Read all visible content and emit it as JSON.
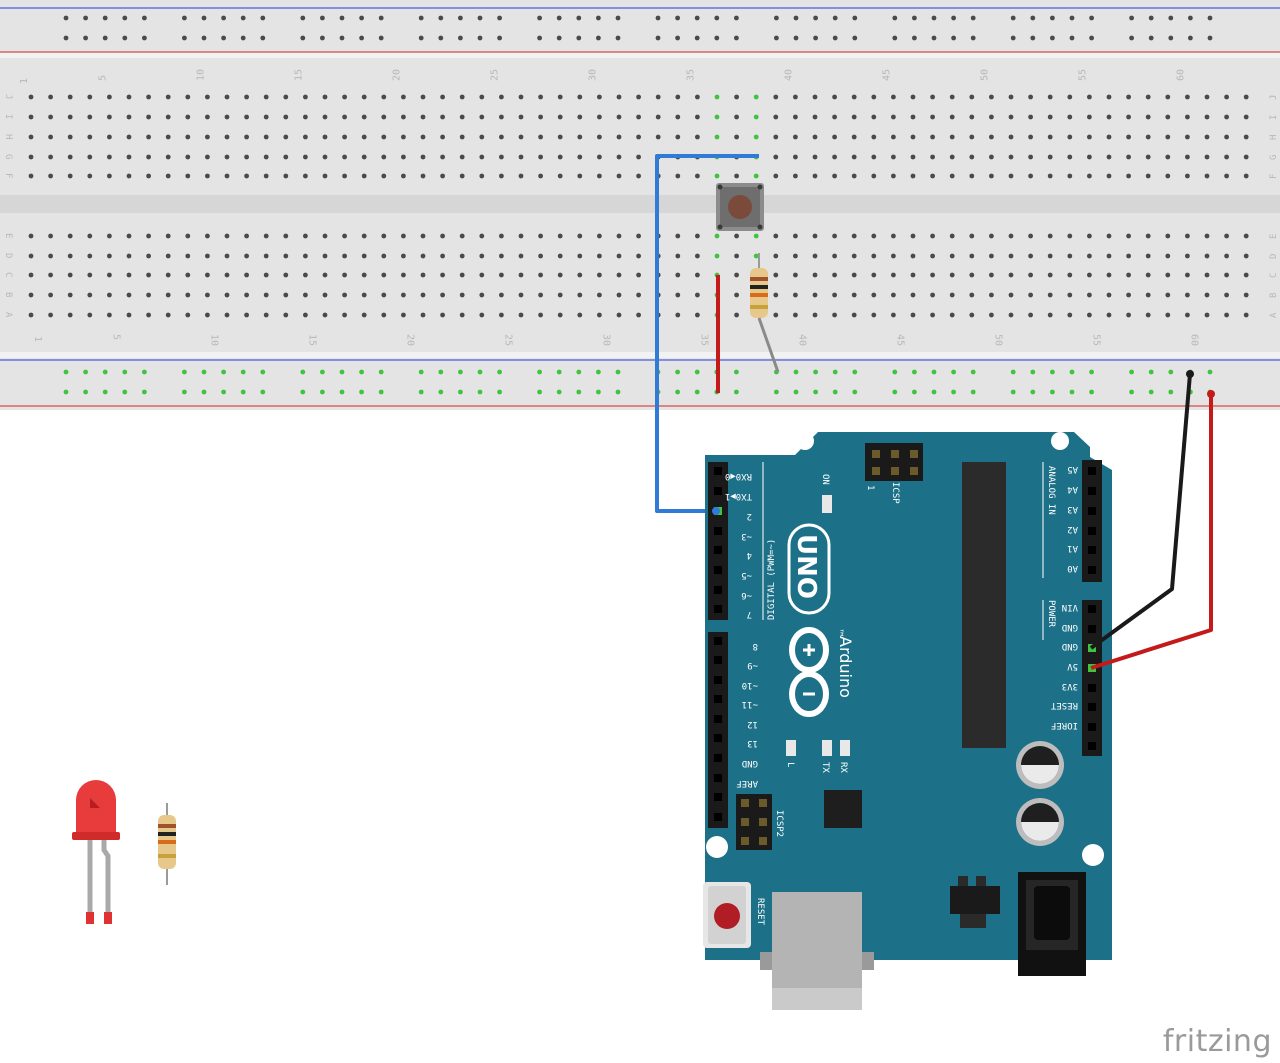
{
  "watermark": "fritzing",
  "breadboard": {
    "column_numbers": [
      "1",
      "5",
      "10",
      "15",
      "20",
      "25",
      "30",
      "35",
      "40",
      "45",
      "50",
      "55",
      "60"
    ],
    "row_letters_top": [
      "J",
      "I",
      "H",
      "G",
      "F"
    ],
    "row_letters_bottom": [
      "E",
      "D",
      "C",
      "B",
      "A"
    ],
    "colors": {
      "body": "#e4e4e4",
      "hole": "#4a4a4a",
      "active_hole": "#3ec43e",
      "rail_blue": "#4a5dd6",
      "rail_red": "#d64a4a"
    }
  },
  "arduino": {
    "board_color": "#1c7189",
    "brand": "Arduino",
    "model": "UNO",
    "trademark": "™",
    "digital_header_title": "DIGITAL (PWM=~)",
    "digital_pins_upper": [
      "RX0◀0",
      "TX0▶1",
      "2",
      "~3",
      "4",
      "~5",
      "~6",
      "7"
    ],
    "digital_pins_lower": [
      "8",
      "~9",
      "~10",
      "~11",
      "12",
      "13",
      "GND",
      "AREF"
    ],
    "analog_title": "ANALOG IN",
    "analog_pins": [
      "A5",
      "A4",
      "A3",
      "A2",
      "A1",
      "A0"
    ],
    "power_title": "POWER",
    "power_pins": [
      "VIN",
      "GND",
      "GND",
      "5V",
      "3V3",
      "RESET",
      "IOREF"
    ],
    "on_label": "ON",
    "icsp_label": "ICSP",
    "icsp_pin1": "1",
    "icsp2_label": "ICSP2",
    "led_l": "L",
    "led_tx": "TX",
    "led_rx": "RX",
    "reset_label": "RESET"
  },
  "wires": {
    "blue": "#2f7bd6",
    "red": "#d42020",
    "black": "#222222",
    "grey": "#8a8a8a"
  },
  "parts": {
    "led_color": "#e83b3b",
    "pushbutton_cap": "#7a4a3a"
  }
}
